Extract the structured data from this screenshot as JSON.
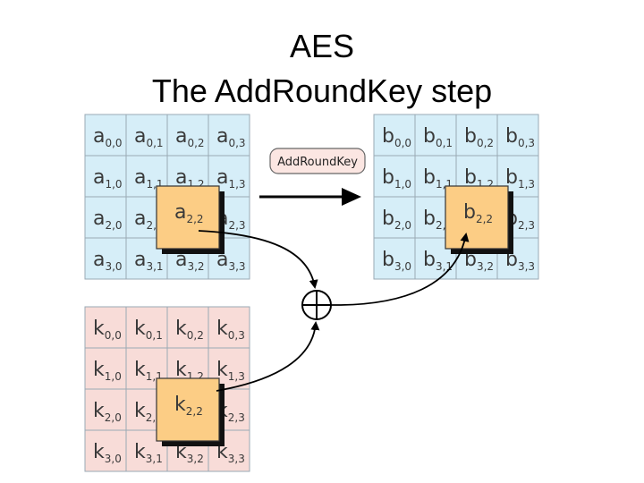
{
  "title": {
    "line1": "AES",
    "line2": "The AddRoundKey step"
  },
  "operation_label": "AddRoundKey",
  "state_matrix": {
    "letter": "a",
    "fill": "#d6eef8",
    "highlight": {
      "row": 2,
      "col": 2
    }
  },
  "key_matrix": {
    "letter": "k",
    "fill": "#f8dcd8",
    "highlight": {
      "row": 2,
      "col": 2
    }
  },
  "output_matrix": {
    "letter": "b",
    "fill": "#d6eef8",
    "highlight": {
      "row": 2,
      "col": 2
    }
  },
  "highlight_fill": "#fccd85",
  "grid_stroke": "#9aaab4",
  "xor_symbol": "xor-circle-icon",
  "arrow_symbol": "right-arrow-icon"
}
